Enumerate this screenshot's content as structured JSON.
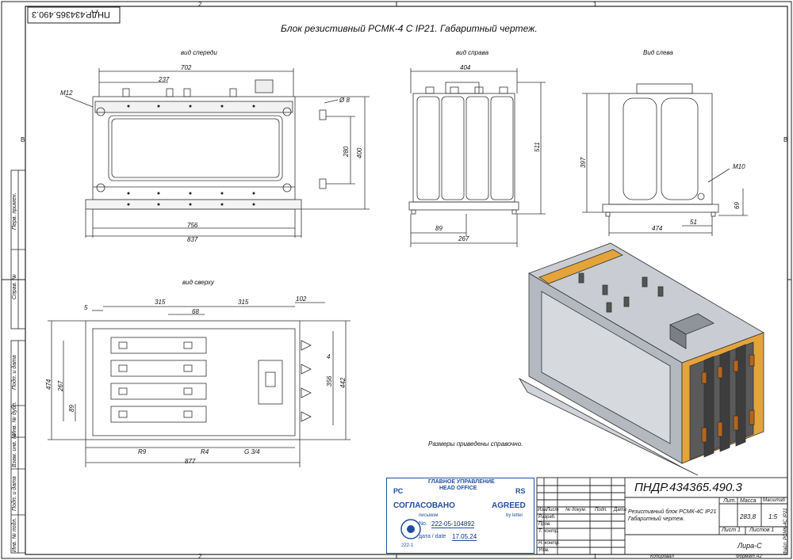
{
  "title": "Блок резистивный РСМК-4 С IP21. Габаритный чертеж.",
  "doc_number": "ПНДР.434365.490.3",
  "doc_number_mirrored": "ПНДР.434365.490.3",
  "zone_labels": {
    "top_2": "2",
    "top_1": "1",
    "left_b": "B",
    "right_b": "B",
    "bottom_2": "2",
    "bottom_1": "1"
  },
  "views": {
    "front": "вид спереди",
    "right": "вид справа",
    "left": "Вид слева",
    "top": "вид сверху"
  },
  "dims": {
    "front": {
      "d702": "702",
      "d237": "237",
      "m12": "M12",
      "d8": "Ø 8",
      "d280": "280",
      "d400": "400",
      "d756": "756",
      "d837": "837"
    },
    "right": {
      "d404": "404",
      "d511": "511",
      "d89": "89",
      "d267": "267"
    },
    "left": {
      "d397": "397",
      "m10": "M10",
      "d69": "69",
      "d51": "51",
      "d474": "474"
    },
    "top": {
      "d5": "5",
      "d315a": "315",
      "d315b": "315",
      "d68": "68",
      "d102": "102",
      "d4": "4",
      "d356": "356",
      "d442": "442",
      "d474": "474",
      "d267": "267",
      "d89": "89",
      "r9": "R9",
      "r4": "R4",
      "g34": "G 3/4",
      "d877": "877"
    }
  },
  "note": "Размеры приведены справочно.",
  "side_strip": {
    "perv": "Перв. примен.",
    "sprav": "Справ. №",
    "podp1": "Подп. и дата",
    "inv_dubl": "Инв. № дубл.",
    "vzam": "Взам. инв. №",
    "podp2": "Подп. и дата",
    "inv_podl": "Инв. № подл."
  },
  "stamp": {
    "head_ru": "ГЛАВНОЕ УПРАВЛЕНИЕ",
    "head_en": "HEAD OFFICE",
    "rc": "РС",
    "rs": "RS",
    "soglas": "СОГЛАСОВАНО",
    "agreed": "AGREED",
    "pismom": "письмом",
    "by_letter": "by letter",
    "no_label": "No.",
    "no_value": "222-05-104892",
    "date_label": "дата / date",
    "date_value": "17.05.24",
    "code": "222-1"
  },
  "title_block": {
    "name": "Резистивный блок РСМК-4С IP21 Габаритный чертеж.",
    "lit": "Лит.",
    "massa": "Масса",
    "masshtab": "Масштаб",
    "mass_value": "283,8",
    "scale_value": "1:5",
    "list": "Лист 1",
    "listov": "Листов 1",
    "org": "Лира-С",
    "izm": "Изм.",
    "list_col": "Лист",
    "ndokum": "№ докум.",
    "podp": "Подп.",
    "data": "Дата",
    "razrab": "Разраб.",
    "prov": "Пров.",
    "tkontr": "Т. контр.",
    "nkontr": "Н. контр.",
    "utv": "Утв.",
    "kopiroval": "Копировал",
    "format": "Формат A2",
    "file": "Файл: РСМК-4С IP21"
  }
}
